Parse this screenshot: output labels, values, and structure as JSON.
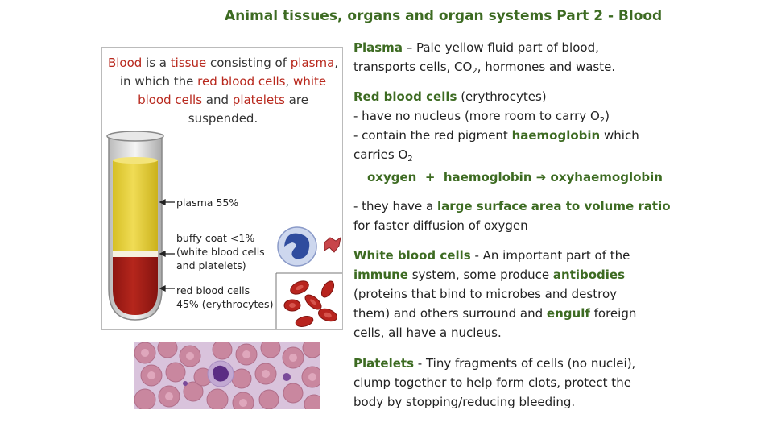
{
  "title": "Animal tissues, organs and organ systems Part 2 - Blood",
  "caption": {
    "blood": "Blood",
    "t1": " is a ",
    "tissue": "tissue",
    "t2": " consisting of ",
    "plasma": "plasma",
    "t3": ", in which the ",
    "red_blood_cells": "red blood cells",
    "t4": ", ",
    "white_blood_cells": "white blood cells",
    "t5": " and ",
    "platelets": "platelets",
    "t6": " are suspended."
  },
  "tube_labels": {
    "plasma": "plasma 55%",
    "buffy_line1": "buffy coat <1%",
    "buffy_line2": "(white blood cells",
    "buffy_line3": "and platelets)",
    "rbc_line1": "red blood cells",
    "rbc_line2": "45% (erythrocytes)"
  },
  "plasma_section": {
    "term": "Plasma",
    "text1": " – Pale yellow fluid part of blood,",
    "text2": "transports cells, CO",
    "sub2": "2",
    "text3": ", hormones and waste."
  },
  "rbc_section": {
    "term": "Red blood cells",
    "term_suffix": " (erythrocytes)",
    "line1a": "- have no nucleus (more room to carry O",
    "line1_sub": "2",
    "line1b": ")",
    "line2a": "- contain the red pigment ",
    "haemoglobin": "haemoglobin",
    "line2b": " which",
    "line3a": "carries O",
    "line3_sub": "2"
  },
  "equation": {
    "oxygen": "oxygen",
    "plus": "+",
    "haemoglobin": "haemoglobin",
    "arrow": "➔",
    "product": "oxyhaemoglobin"
  },
  "rbc_surface": {
    "t1": "- they have a ",
    "term": "large surface area to volume ratio",
    "t2": "for faster diffusion of oxygen"
  },
  "wbc_section": {
    "term": "White blood cells",
    "t1": " - An important part of the",
    "immune": "immune",
    "t2": " system, some produce ",
    "antibodies": "antibodies",
    "t3": "(proteins that bind to microbes and destroy",
    "t4": "them) and others surround and ",
    "engulf": "engulf",
    "t5": " foreign",
    "t6": "cells, all have a nucleus."
  },
  "platelets_section": {
    "term": "Platelets",
    "t1": " - Tiny fragments of cells (no nuclei),",
    "t2": "clump together to help form clots, protect the",
    "t3": "body by stopping/reducing bleeding."
  },
  "colors": {
    "heading_green": "#3d6b22",
    "plasma_yellow": "#e5d040",
    "blood_red": "#a8201a"
  }
}
